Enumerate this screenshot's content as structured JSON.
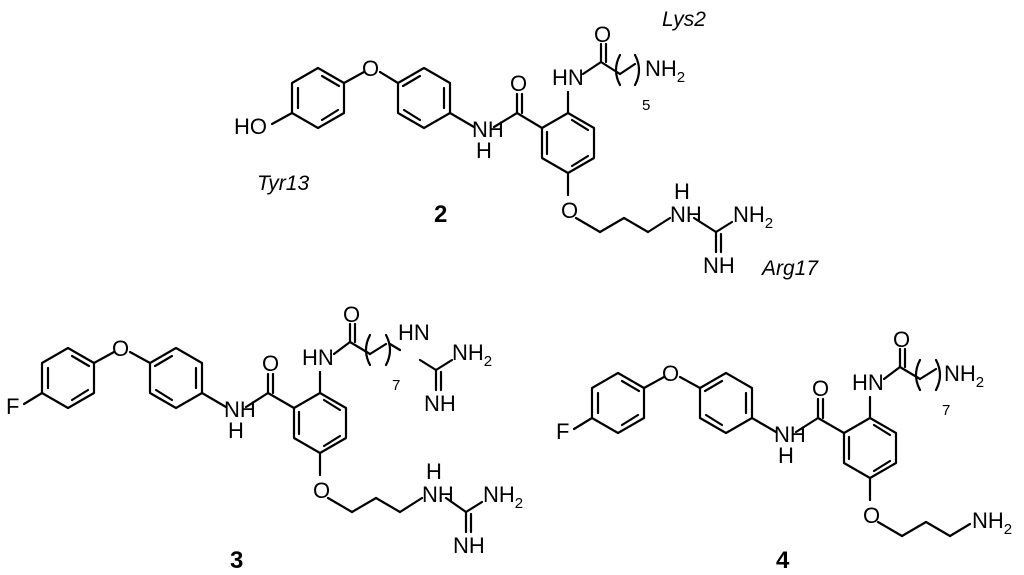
{
  "compounds": [
    {
      "id": "2",
      "residue_labels": [
        "Tyr13",
        "Lys2",
        "Arg17"
      ],
      "chain_repeat": "5",
      "atoms": {
        "hydroxy": "HO",
        "ether_o": "O",
        "amide_nh": "NH",
        "amide_h": "H",
        "amide_o": "O",
        "aryl_nh": "HN",
        "acyl_o": "O",
        "amine": "NH",
        "amine_sub": "2",
        "alkoxy_o": "O",
        "guan_nh": "NH",
        "guan_h": "H",
        "guan_nh2": "NH",
        "guan_nh2_sub": "2",
        "guan_imine": "NH"
      }
    },
    {
      "id": "3",
      "chain_repeat": "7",
      "atoms": {
        "fluoro": "F",
        "ether_o": "O",
        "amide_nh": "NH",
        "amide_h": "H",
        "amide_o": "O",
        "aryl_nh": "HN",
        "acyl_o": "O",
        "guan1_nh": "HN",
        "guan1_nh2": "NH",
        "guan1_nh2_sub": "2",
        "guan1_imine": "NH",
        "alkoxy_o": "O",
        "guan2_nh": "NH",
        "guan2_h": "H",
        "guan2_nh2": "NH",
        "guan2_nh2_sub": "2",
        "guan2_imine": "NH"
      }
    },
    {
      "id": "4",
      "chain_repeat": "7",
      "atoms": {
        "fluoro": "F",
        "ether_o": "O",
        "amide_nh": "NH",
        "amide_h": "H",
        "amide_o": "O",
        "aryl_nh": "HN",
        "acyl_o": "O",
        "amine": "NH",
        "amine_sub": "2",
        "alkoxy_o": "O",
        "term_amine": "NH",
        "term_amine_sub": "2"
      }
    }
  ]
}
